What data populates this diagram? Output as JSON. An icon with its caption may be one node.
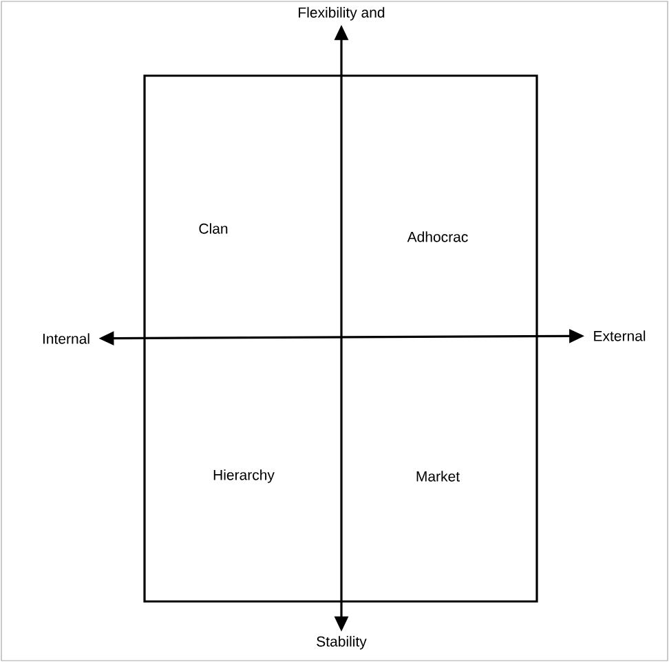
{
  "diagram": {
    "nodes": [
      {
        "text": [
          "Flexibility and"
        ]
      },
      {
        "text": [
          "Stability"
        ]
      },
      {
        "text": [
          "Internal"
        ]
      },
      {
        "text": [
          "External"
        ]
      }
    ],
    "edges": [
      {
        "from": 0,
        "to": 1,
        "arrow": "both"
      },
      {
        "from": 2,
        "to": 3,
        "arrow": "both"
      }
    ],
    "labels": [
      "Clan",
      "Adhocrac",
      "Hierarchy",
      "Market"
    ]
  }
}
